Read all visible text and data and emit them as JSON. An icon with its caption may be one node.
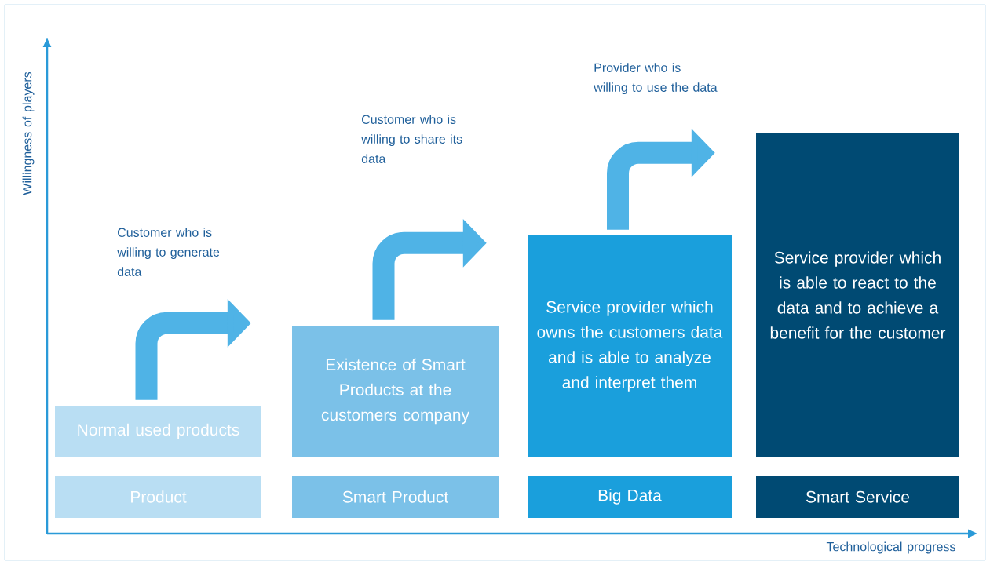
{
  "diagram": {
    "nodes": [
      {
        "text": [
          "Normal used products"
        ]
      },
      {
        "text": [
          "Existence of Smart Products at the customers company"
        ]
      },
      {
        "text": [
          "Service provider which owns the customers data and is able to analyze and interpret them"
        ]
      },
      {
        "text": [
          "Service provider which is able to react to the data and to achieve a benefit for the customer"
        ]
      },
      {
        "text": [
          "Product"
        ]
      },
      {
        "text": [
          "Smart Product"
        ]
      },
      {
        "text": [
          "Big Data"
        ]
      },
      {
        "text": [
          "Smart Service"
        ]
      }
    ],
    "edges": [
      {
        "from": 0,
        "to": 1,
        "arrow": "to"
      },
      {
        "from": 1,
        "to": 2,
        "arrow": "to"
      },
      {
        "from": 2,
        "to": 3,
        "arrow": "to"
      }
    ],
    "labels": [
      "Willingness of players",
      "Provider who is willing to use the data",
      "Customer who is willing to share its data",
      "Customer who is willing to generate data",
      "Technological progress"
    ]
  }
}
